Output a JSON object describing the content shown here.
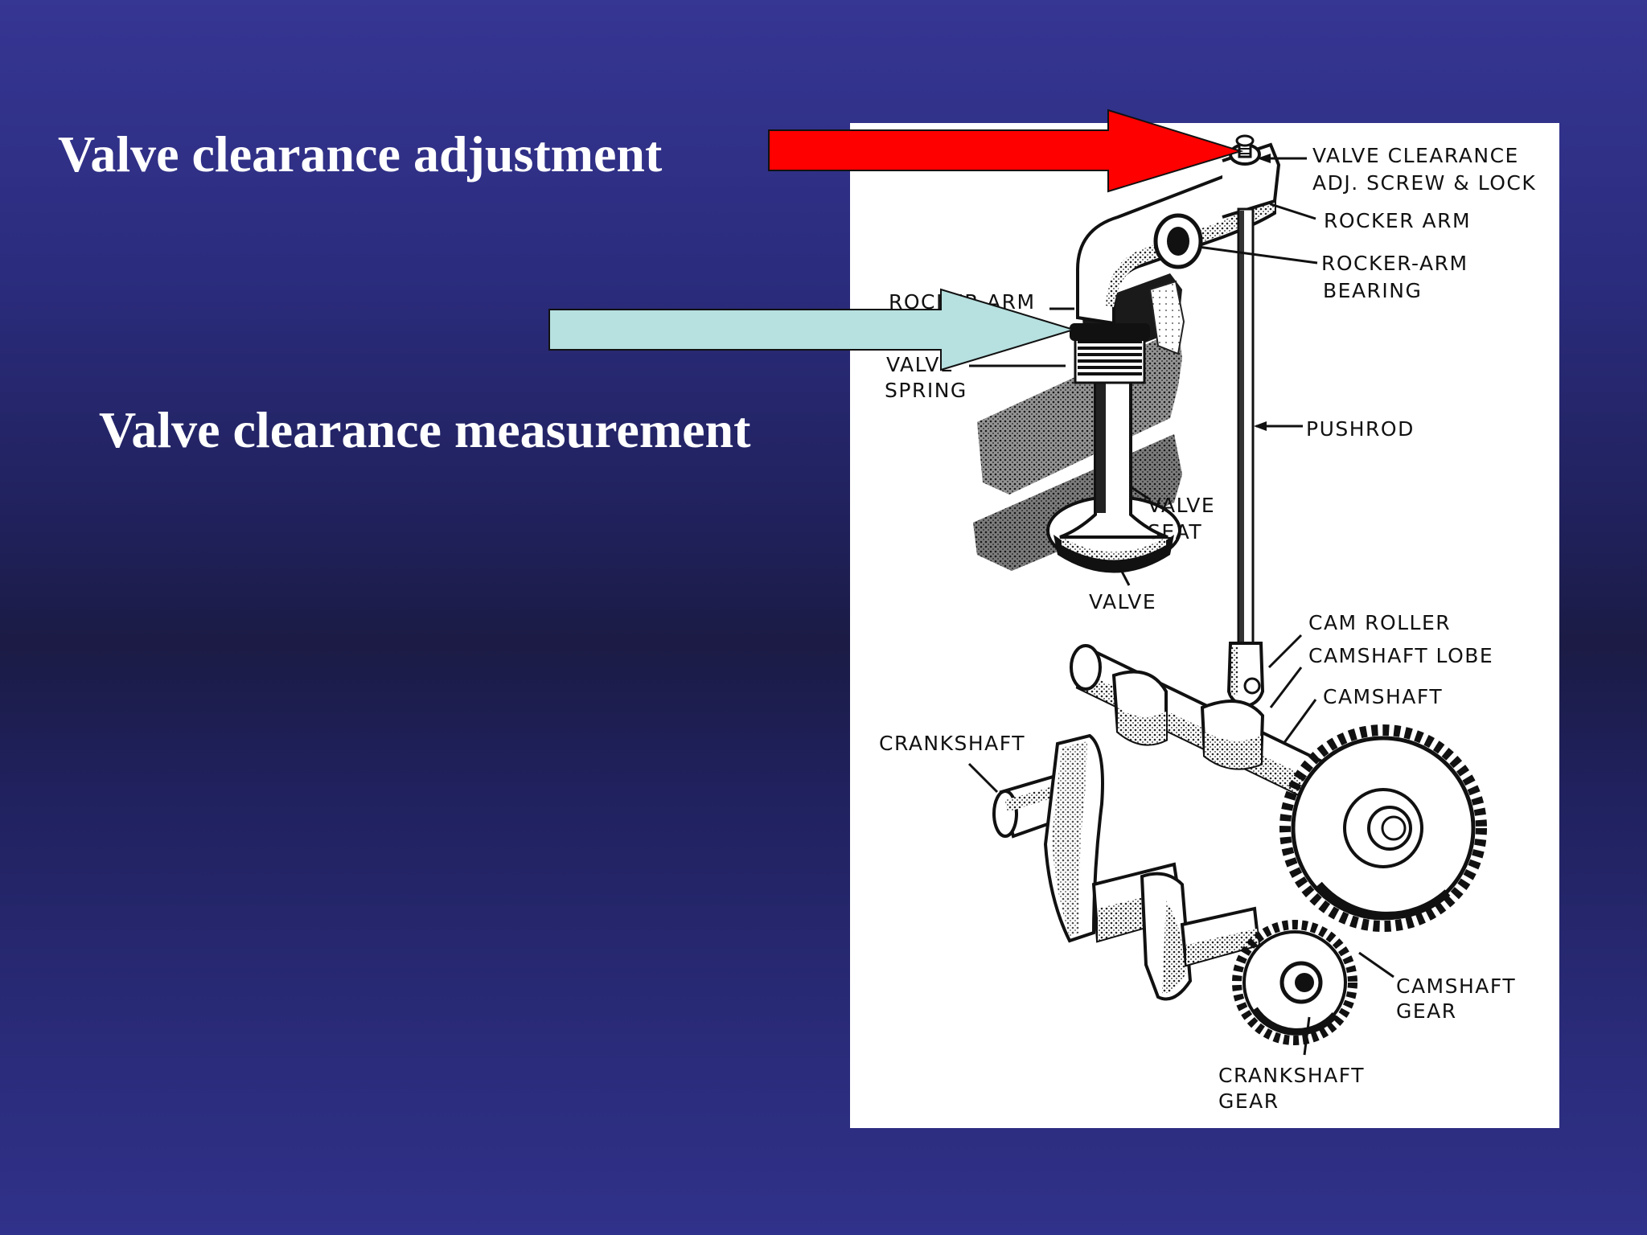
{
  "slide": {
    "title_adjustment": "Valve clearance adjustment",
    "title_measurement": "Valve clearance measurement"
  },
  "diagram": {
    "labels": {
      "valve_clearance_1": "VALVE CLEARANCE",
      "valve_clearance_2": "ADJ. SCREW & LOCK",
      "rocker_arm": "ROCKER ARM",
      "rocker_arm_bearing_1": "ROCKER-ARM",
      "rocker_arm_bearing_2": "BEARING",
      "rocker_arm_left": "ROCKER-ARM",
      "valve_spring_1": "VALVE",
      "valve_spring_2": "SPRING",
      "pushrod": "PUSHROD",
      "valve_seat_1": "VALVE",
      "valve_seat_2": "SEAT",
      "valve": "VALVE",
      "cam_roller": "CAM ROLLER",
      "camshaft_lobe": "CAMSHAFT LOBE",
      "camshaft": "CAMSHAFT",
      "crankshaft": "CRANKSHAFT",
      "camshaft_gear_1": "CAMSHAFT",
      "camshaft_gear_2": "GEAR",
      "crankshaft_gear_1": "CRANKSHAFT",
      "crankshaft_gear_2": "GEAR"
    }
  },
  "colors": {
    "adjustment_arrow": "#ff0000",
    "measurement_arrow": "#b7e0e0",
    "background": "#22235f"
  }
}
